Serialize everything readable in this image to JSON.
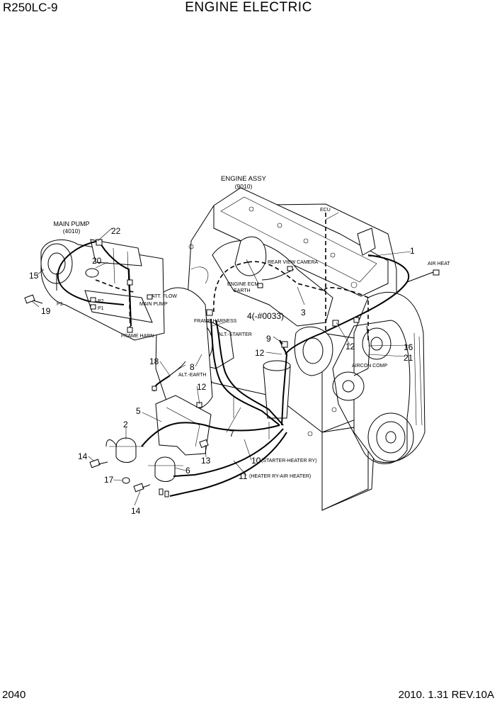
{
  "header": {
    "model": "R250LC-9",
    "title": "ENGINE ELECTRIC"
  },
  "footer": {
    "page_number": "2040",
    "revision": "2010. 1.31  REV.10A"
  },
  "captions": {
    "engine_assy": "ENGINE ASSY",
    "engine_assy_code": "(9010)",
    "main_pump": "MAIN PUMP",
    "main_pump_code": "(4010)",
    "ecu": "ECU",
    "rear_view_camera": "REAR VIEW CAMERA",
    "engine_ecm_earth_1": "ENGINE ECM",
    "engine_ecm_earth_2": "EARTH",
    "air_heat": "AIR HEAT",
    "frame_harness": "FRAME HARNESS",
    "alt_starter": "ALT.-STARTER",
    "alt_earth": "ALT.-EARTH",
    "att_flow": "ATT. FLOW",
    "main_pump_small": "MAIN PUMP",
    "frame_harn": "FRAME HARN",
    "p1": "P1",
    "p2": "P2",
    "p3": "P3",
    "aircon_comp": "AIRCON COMP",
    "starter_heater_ry": "(STARTER-HEATER RY)",
    "heater_ry_air_heater": "(HEATER RY-AIR HEATER)"
  },
  "callouts": {
    "n1": "1",
    "n2": "2",
    "n3": "3",
    "n4": "4(-#0033)",
    "n5": "5",
    "n6": "6",
    "n7": "7",
    "n8": "8",
    "n9": "9",
    "n10": "10",
    "n11": "11",
    "n12a": "12",
    "n12b": "12",
    "n12c": "12",
    "n13": "13",
    "n14a": "14",
    "n14b": "14",
    "n15": "15",
    "n16": "16",
    "n17": "17",
    "n18": "18",
    "n19": "19",
    "n20": "20",
    "n21": "21",
    "n22": "22"
  }
}
